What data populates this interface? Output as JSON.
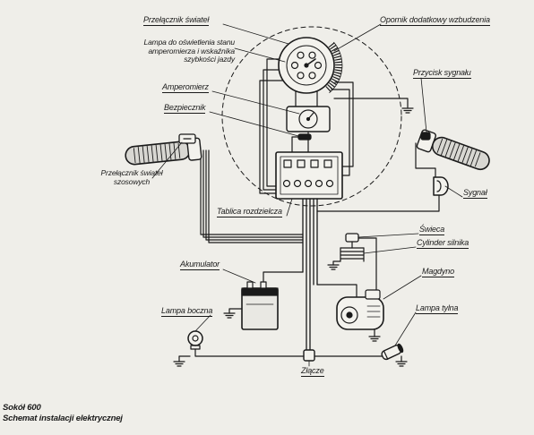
{
  "caption": {
    "title": "Sokół 600",
    "subtitle": "Schemat instalacji elektrycznej"
  },
  "labels": {
    "light_switch": "Przełącznik świateł",
    "excitation_resistor": "Opornik dodatkowy wzbudzenia",
    "instrument_lamp": [
      "Lampa do oświetlenia stanu",
      "amperomierza i wskaźnika",
      "szybkości jazdy"
    ],
    "ammeter": "Amperomierz",
    "horn_button": "Przycisk sygnału",
    "fuse": "Bezpiecznik",
    "dip_switch": [
      "Przełącznik świateł",
      "szosowych"
    ],
    "horn": "Sygnał",
    "distribution_board": "Tablica rozdzielcza",
    "spark_plug": "Świeca",
    "cylinder": "Cylinder silnika",
    "battery": "Akumulator",
    "magneto": "Magdyno",
    "side_lamp": "Lampa boczna",
    "tail_lamp": "Lampa tylna",
    "connector": "Złącze"
  },
  "colors": {
    "ink": "#1a1a1a",
    "paper": "#efeee9"
  }
}
